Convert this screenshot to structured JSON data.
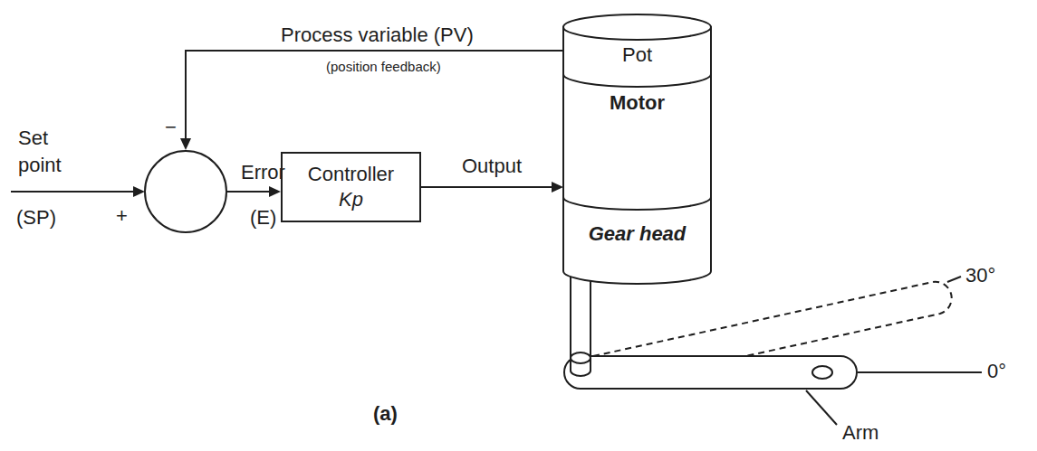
{
  "diagram": {
    "nodes": [
      {
        "text": [
          "Controller",
          "Kp"
        ]
      },
      {
        "text": [
          "Pot"
        ]
      },
      {
        "text": [
          "Motor"
        ]
      },
      {
        "text": [
          "Gear head"
        ]
      }
    ],
    "edges": [
      {
        "from": 0,
        "to": 2,
        "arrow": "to",
        "label": "Output"
      }
    ],
    "labels": [
      "Process variable (PV)",
      "(position feedback)",
      "−",
      "Set point",
      "+",
      "(SP)",
      "Error",
      "(E)",
      "30°",
      "0°",
      "(a)",
      "Arm"
    ]
  }
}
